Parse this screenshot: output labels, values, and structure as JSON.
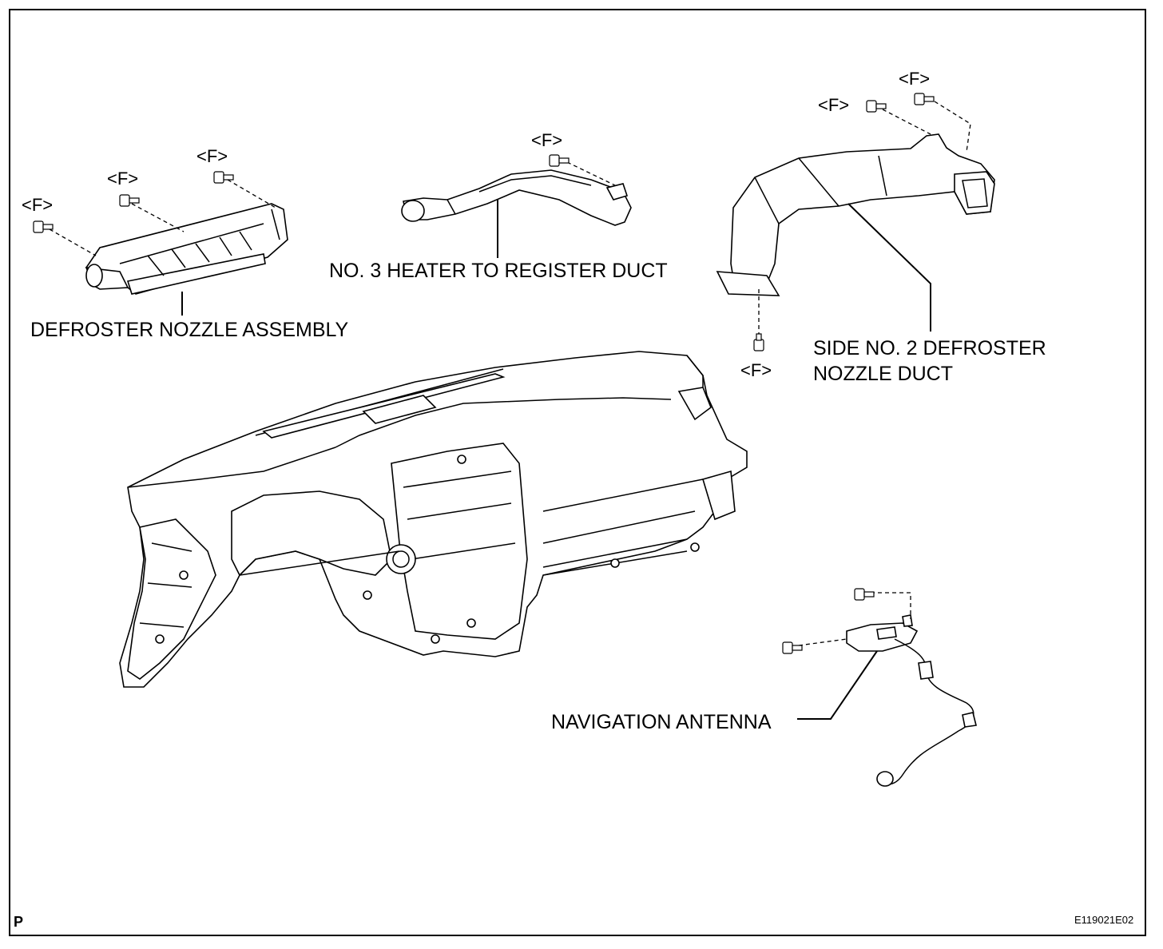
{
  "labels": {
    "defroster_nozzle_assembly": "DEFROSTER NOZZLE ASSEMBLY",
    "heater_register_duct": "NO. 3 HEATER TO REGISTER DUCT",
    "side_defroster_duct_line1": "SIDE NO. 2 DEFROSTER",
    "side_defroster_duct_line2": "NOZZLE DUCT",
    "navigation_antenna": "NAVIGATION ANTENNA"
  },
  "fastener_marks": {
    "f": "<F>"
  },
  "corner": {
    "left": "P",
    "right": "E119021E02"
  }
}
